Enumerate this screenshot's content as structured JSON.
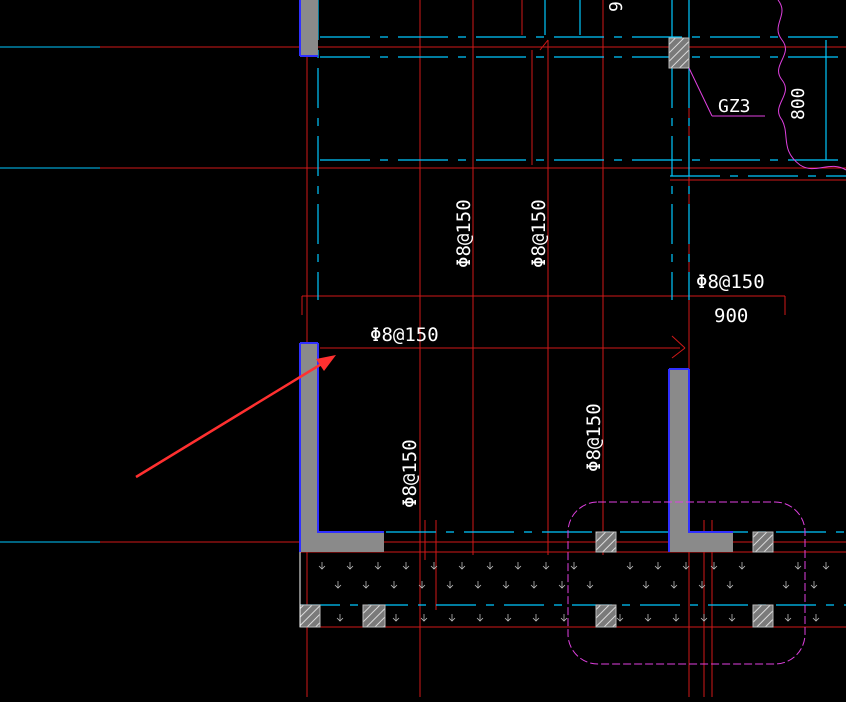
{
  "colors": {
    "background": "#000000",
    "red": "#d01818",
    "cyan": "#00c8ff",
    "blue": "#3030ff",
    "magenta": "#e040e0",
    "wall_fill": "#8a8a8a",
    "text": "#ffffff",
    "arrow": "#ff3030",
    "hatch": "#d0d0d0"
  },
  "annotations": {
    "rebar_horizontal": "Φ8@150",
    "rebar_vertical_1": "Φ8@150",
    "rebar_vertical_2": "Φ8@150",
    "rebar_vertical_3": "Φ8@150",
    "rebar_vertical_4": "Φ8@150",
    "rebar_top_right": "Φ8@150",
    "dimension_900": "900",
    "column_label": "GZ3",
    "dimension_800": "800",
    "dimension_top_partial": "9"
  },
  "icons": {
    "pointer_arrow": "red-arrow-icon",
    "column_hatch": "hatched-column-icon"
  }
}
